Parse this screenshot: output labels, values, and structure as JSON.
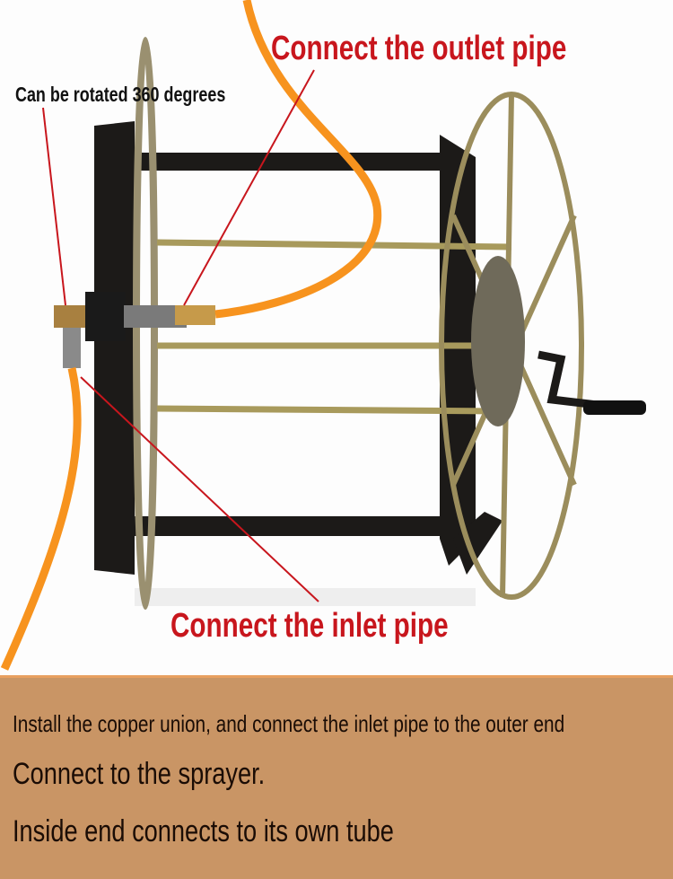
{
  "callouts": {
    "outlet": "Connect the outlet pipe",
    "rotate": "Can be rotated 360 degrees",
    "inlet": "Connect the inlet pipe"
  },
  "instructions": [
    "Install the copper union, and connect the inlet pipe to the outer end",
    "Connect to the sprayer.",
    "Inside end connects to its own tube"
  ],
  "colors": {
    "callout": "#c8161d",
    "band": "#c99565",
    "hose": "#f7931e"
  }
}
